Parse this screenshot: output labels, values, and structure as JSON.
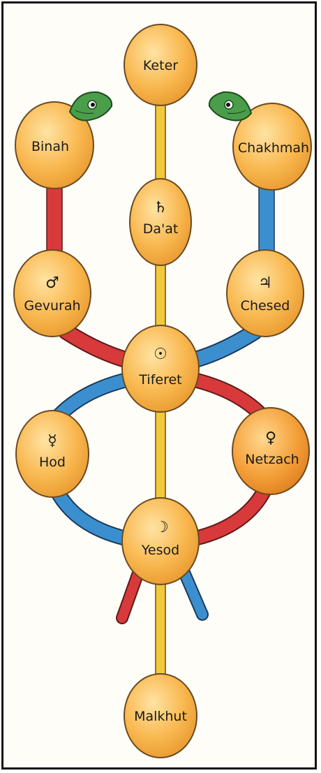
{
  "colors": {
    "node_fill": "#f8b24e",
    "node_fill_light": "#ffd98f",
    "node_stroke": "#6b4a20",
    "yellow_path": "#f2c93a",
    "red_path": "#d8393a",
    "blue_path": "#3c8fcf",
    "serpent": "#4a9e4a"
  },
  "nodes": {
    "keter": {
      "label": "Keter",
      "symbol": ""
    },
    "binah": {
      "label": "Binah",
      "symbol": ""
    },
    "chakhmah": {
      "label": "Chakhmah",
      "symbol": ""
    },
    "daat": {
      "label": "Da'at",
      "symbol": "♄"
    },
    "gevurah": {
      "label": "Gevurah",
      "symbol": "♂"
    },
    "chesed": {
      "label": "Chesed",
      "symbol": "♃"
    },
    "tiferet": {
      "label": "Tiferet",
      "symbol": "☉"
    },
    "hod": {
      "label": "Hod",
      "symbol": "☿"
    },
    "netzach": {
      "label": "Netzach",
      "symbol": "♀"
    },
    "yesod": {
      "label": "Yesod",
      "symbol": "☽"
    },
    "malkhut": {
      "label": "Malkhut",
      "symbol": ""
    }
  }
}
